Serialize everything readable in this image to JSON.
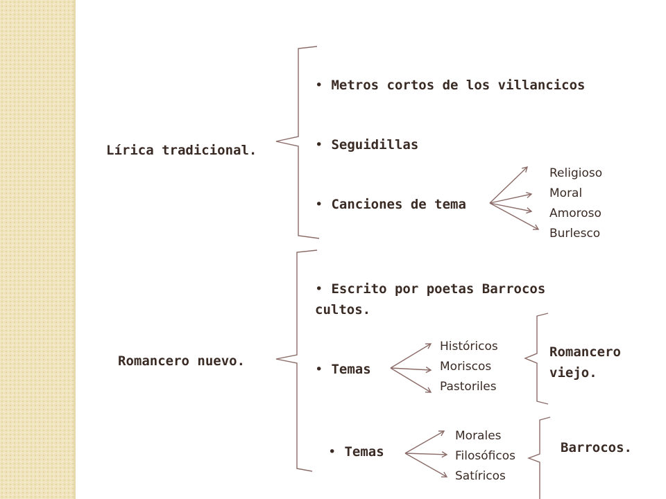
{
  "lirica": {
    "title": "Lírica tradicional.",
    "items": [
      "Metros cortos de los villancicos",
      "Seguidillas",
      "Canciones de tema"
    ],
    "tema_subitems": [
      "Religioso",
      "Moral",
      "Amoroso",
      "Burlesco"
    ]
  },
  "romancero": {
    "title": "Romancero nuevo.",
    "item1_line1": "Escrito por poetas Barrocos",
    "item1_line2": "cultos.",
    "temas1": {
      "label": "Temas",
      "subitems": [
        "Históricos",
        "Moriscos",
        "Pastoriles"
      ],
      "result_line1": "Romancero",
      "result_line2": "viejo."
    },
    "temas2": {
      "label": "Temas",
      "subitems": [
        "Morales",
        "Filosóficos",
        "Satíricos"
      ],
      "result": "Barrocos."
    }
  },
  "colors": {
    "ink": "#3a2a24",
    "line": "#8a6a66",
    "sidebar": "#efe4bd"
  }
}
